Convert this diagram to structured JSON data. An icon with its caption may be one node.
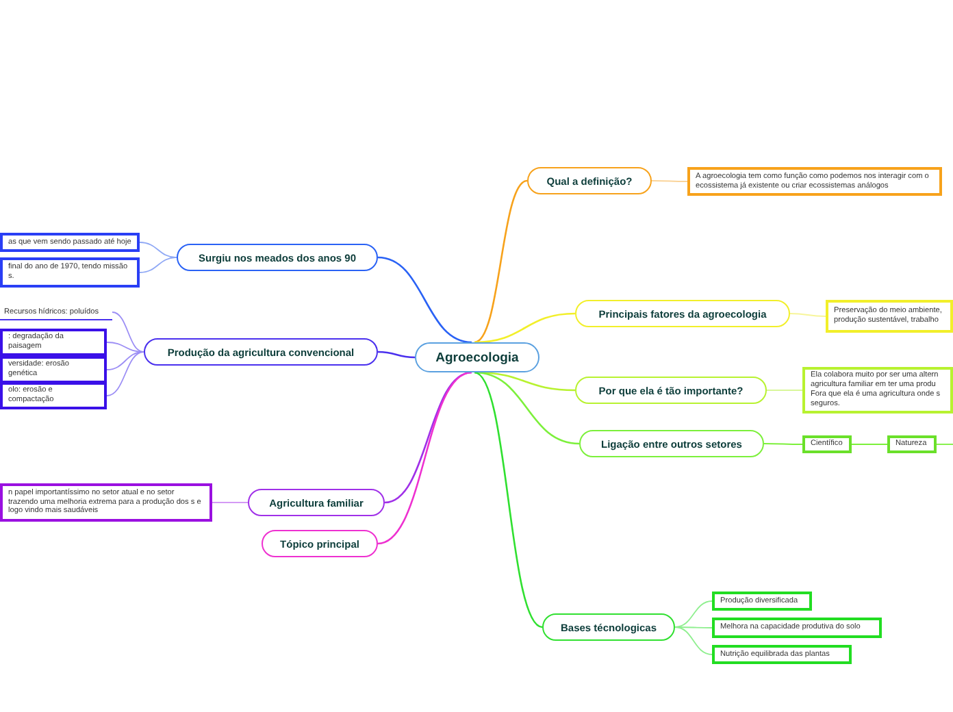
{
  "diagram": {
    "nodes": [
      {
        "text": [
          "Agroecologia"
        ]
      },
      {
        "text": [
          "Qual a definição?"
        ]
      },
      {
        "text": [
          "A agroecologia tem como função como podemos nos interagir com o ecossistema já existente ou criar ecossistemas análogos"
        ]
      },
      {
        "text": [
          "Surgiu nos meados dos anos 90"
        ]
      },
      {
        "text": [
          "as que vem sendo passado até hoje"
        ]
      },
      {
        "text": [
          "final do ano de 1970, tendo missão s."
        ]
      },
      {
        "text": [
          "Principais fatores da agroecologia"
        ]
      },
      {
        "text": [
          "Preservação do meio ambiente, produção sustentável, trabalho"
        ]
      },
      {
        "text": [
          "Produção da agricultura convencional"
        ]
      },
      {
        "text": [
          "Recursos hídricos: poluídos"
        ]
      },
      {
        "text": [
          ": degradação da paisagem"
        ]
      },
      {
        "text": [
          "versidade: erosão genética"
        ]
      },
      {
        "text": [
          "olo: erosão e compactação"
        ]
      },
      {
        "text": [
          "Por que ela é tão importante?"
        ]
      },
      {
        "text": [
          "Ela colabora muito por ser uma altern agricultura familiar em ter uma produ Fora que ela é uma agricultura onde s seguros."
        ]
      },
      {
        "text": [
          "Ligação entre outros setores"
        ]
      },
      {
        "text": [
          "Científico"
        ]
      },
      {
        "text": [
          "Natureza"
        ]
      },
      {
        "text": [
          "Agricultura familiar"
        ]
      },
      {
        "text": [
          "n papel importantíssimo no setor atual e no setor trazendo uma melhoria extrema para a produção dos s e logo vindo mais saudáveis"
        ]
      },
      {
        "text": [
          "Tópico principal"
        ]
      },
      {
        "text": [
          "Bases técnologicas"
        ]
      },
      {
        "text": [
          "Produção diversificada"
        ]
      },
      {
        "text": [
          "Melhora na capacidade produtiva do solo"
        ]
      },
      {
        "text": [
          "Nutrição  equilibrada das plantas"
        ]
      }
    ],
    "edges": [
      {
        "from": 0,
        "to": 1,
        "arrow": "none",
        "color": "#f7a21b"
      },
      {
        "from": 1,
        "to": 2,
        "arrow": "none",
        "color": "#fad49a"
      },
      {
        "from": 0,
        "to": 3,
        "arrow": "none",
        "color": "#2a62f5"
      },
      {
        "from": 3,
        "to": 4,
        "arrow": "none",
        "color": "#8fa8f5"
      },
      {
        "from": 3,
        "to": 5,
        "arrow": "none",
        "color": "#8fa8f5"
      },
      {
        "from": 0,
        "to": 6,
        "arrow": "none",
        "color": "#f2ef2a"
      },
      {
        "from": 6,
        "to": 7,
        "arrow": "none",
        "color": "#f7f59a"
      },
      {
        "from": 0,
        "to": 8,
        "arrow": "none",
        "color": "#4a30ee"
      },
      {
        "from": 8,
        "to": 9,
        "arrow": "none",
        "color": "#9c8ef5"
      },
      {
        "from": 8,
        "to": 10,
        "arrow": "none",
        "color": "#9c8ef5"
      },
      {
        "from": 8,
        "to": 11,
        "arrow": "none",
        "color": "#9c8ef5"
      },
      {
        "from": 8,
        "to": 12,
        "arrow": "none",
        "color": "#9c8ef5"
      },
      {
        "from": 0,
        "to": 13,
        "arrow": "none",
        "color": "#b8f230"
      },
      {
        "from": 13,
        "to": 14,
        "arrow": "none",
        "color": "#d8f79a"
      },
      {
        "from": 0,
        "to": 15,
        "arrow": "none",
        "color": "#7cf03b"
      },
      {
        "from": 15,
        "to": 16,
        "arrow": "none",
        "color": "#7cf03b"
      },
      {
        "from": 16,
        "to": 17,
        "arrow": "none",
        "color": "#7cf03b"
      },
      {
        "from": 17,
        "to": null,
        "arrow": "none",
        "color": "#7cf03b"
      },
      {
        "from": 0,
        "to": 18,
        "arrow": "none",
        "color": "#a030e8"
      },
      {
        "from": 18,
        "to": 19,
        "arrow": "none",
        "color": "#d49af5"
      },
      {
        "from": 0,
        "to": 20,
        "arrow": "none",
        "color": "#ee30d0"
      },
      {
        "from": 0,
        "to": 21,
        "arrow": "none",
        "color": "#30e030"
      },
      {
        "from": 21,
        "to": 22,
        "arrow": "none",
        "color": "#8fef8f"
      },
      {
        "from": 21,
        "to": 23,
        "arrow": "none",
        "color": "#8fef8f"
      },
      {
        "from": 21,
        "to": 24,
        "arrow": "none",
        "color": "#8fef8f"
      }
    ]
  }
}
